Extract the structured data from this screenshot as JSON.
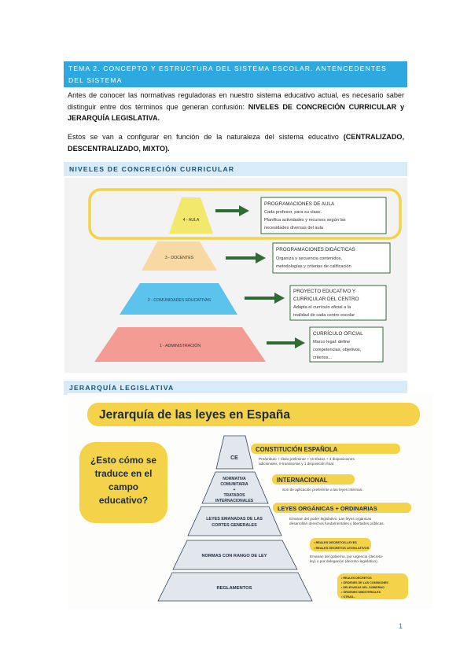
{
  "header": {
    "title_line1": "TEMA 2. CONCEPTO Y ESTRUCTURA DEL SISTEMA ESCOLAR. ANTENCEDENTES DEL SISTEMA",
    "title_line2": "EDUCATIVO ESPAÑOL"
  },
  "intro": {
    "p1_text": "Antes de conocer las normativas reguladoras en nuestro sistema educativo actual, es necesario saber distinguir entre dos términos que generan confusión: ",
    "p1_bold": "NIVELES DE CONCRECIÓN CURRICULAR y JERARQUÍA LEGISLATIVA.",
    "p2_text": "Estos se van a configurar en función de la naturaleza del sistema educativo ",
    "p2_bold": "(CENTRALIZADO, DESCENTRALIZADO, MIXTO)."
  },
  "section1": {
    "title": "NIVELES DE CONCRECIÓN CURRICULAR",
    "levels": [
      {
        "label": "4 - AULA",
        "box_title": "PROGRAMACIONES DE AULA",
        "lines": [
          "Cada profesor, para su clase.",
          "Planifica actividades y recursos según las",
          "necesidades diversas del aula"
        ]
      },
      {
        "label": "3 - DOCENTES",
        "box_title": "PROGRAMACIONES DIDÁCTICAS",
        "lines": [
          "Organiza y secuencia contenidos,",
          "metodologías y criterios de calificación"
        ]
      },
      {
        "label": "2 - COMUNIDADES EDUCATIVAS",
        "box_title": "PROYECTO EDUCATIVO Y",
        "lines": [
          "CURRICULAR DEL CENTRO",
          "Adapta el currículo oficial a la",
          "realidad de cada centro escolar"
        ]
      },
      {
        "label": "1 - ADMINISTRACIÓN",
        "box_title": "CURRÍCULO OFICIAL",
        "lines": [
          "Marco legal: define",
          "competencias, objetivos,",
          "criterios..."
        ]
      }
    ]
  },
  "section2": {
    "title": "JERARQUÍA LEGISLATIVA",
    "banner": "Jerarquía de las leyes en España",
    "question": [
      "¿Esto cómo se",
      "traduce en el",
      "campo",
      "educativo?"
    ],
    "tiers": [
      {
        "label_lines": [
          "CE"
        ],
        "heading": "CONSTITUCIÓN ESPAÑOLA",
        "desc": [
          "Preámbulo + título preliminar + 10 títulos + 4 disposiciones",
          "adicionales, 9 transitorias y 1 disposición final."
        ]
      },
      {
        "label_lines": [
          "NORMATIVA",
          "COMUNITARIA",
          "+",
          "TRATADOS",
          "INTERNACIONALES"
        ],
        "heading": "INTERNACIONAL",
        "desc": [
          "Son de aplicación preferente a las leyes internas."
        ]
      },
      {
        "label_lines": [
          "LEYES EMANADAS DE LAS",
          "CORTES GENERALES"
        ],
        "heading": "LEYES ORGÁNICAS + ORDINARIAS",
        "desc": [
          "Emanan del poder legislativo. Las leyes orgánicas",
          "desarrollan derechos fundamentales y libertades públicas."
        ]
      },
      {
        "label_lines": [
          "NORMAS CON RANGO DE LEY"
        ],
        "bullets": [
          "• REALES DECRETOS-LEYES",
          "• REALES DECRETOS LEGISLATIVOS"
        ],
        "desc": [
          "Emanan del gobierno, por urgencia (decreto-",
          "ley) o por delegación (decreto-legislativo)."
        ]
      },
      {
        "label_lines": [
          "REGLAMENTOS"
        ],
        "bullets": [
          "• REALES DECRETOS",
          "• ÓRDENES DE LAS COMISIONES",
          "• DELEGADAS DEL GOBIERNO",
          "• ÓRDENES MINISTERIALES",
          "• OTRAS..."
        ]
      }
    ]
  },
  "page_number": "1",
  "colors": {
    "accent": "#2ea9df",
    "section_bg": "#d7ebf8",
    "arrow": "#2e6b35",
    "yellow": "#f4d34a"
  }
}
